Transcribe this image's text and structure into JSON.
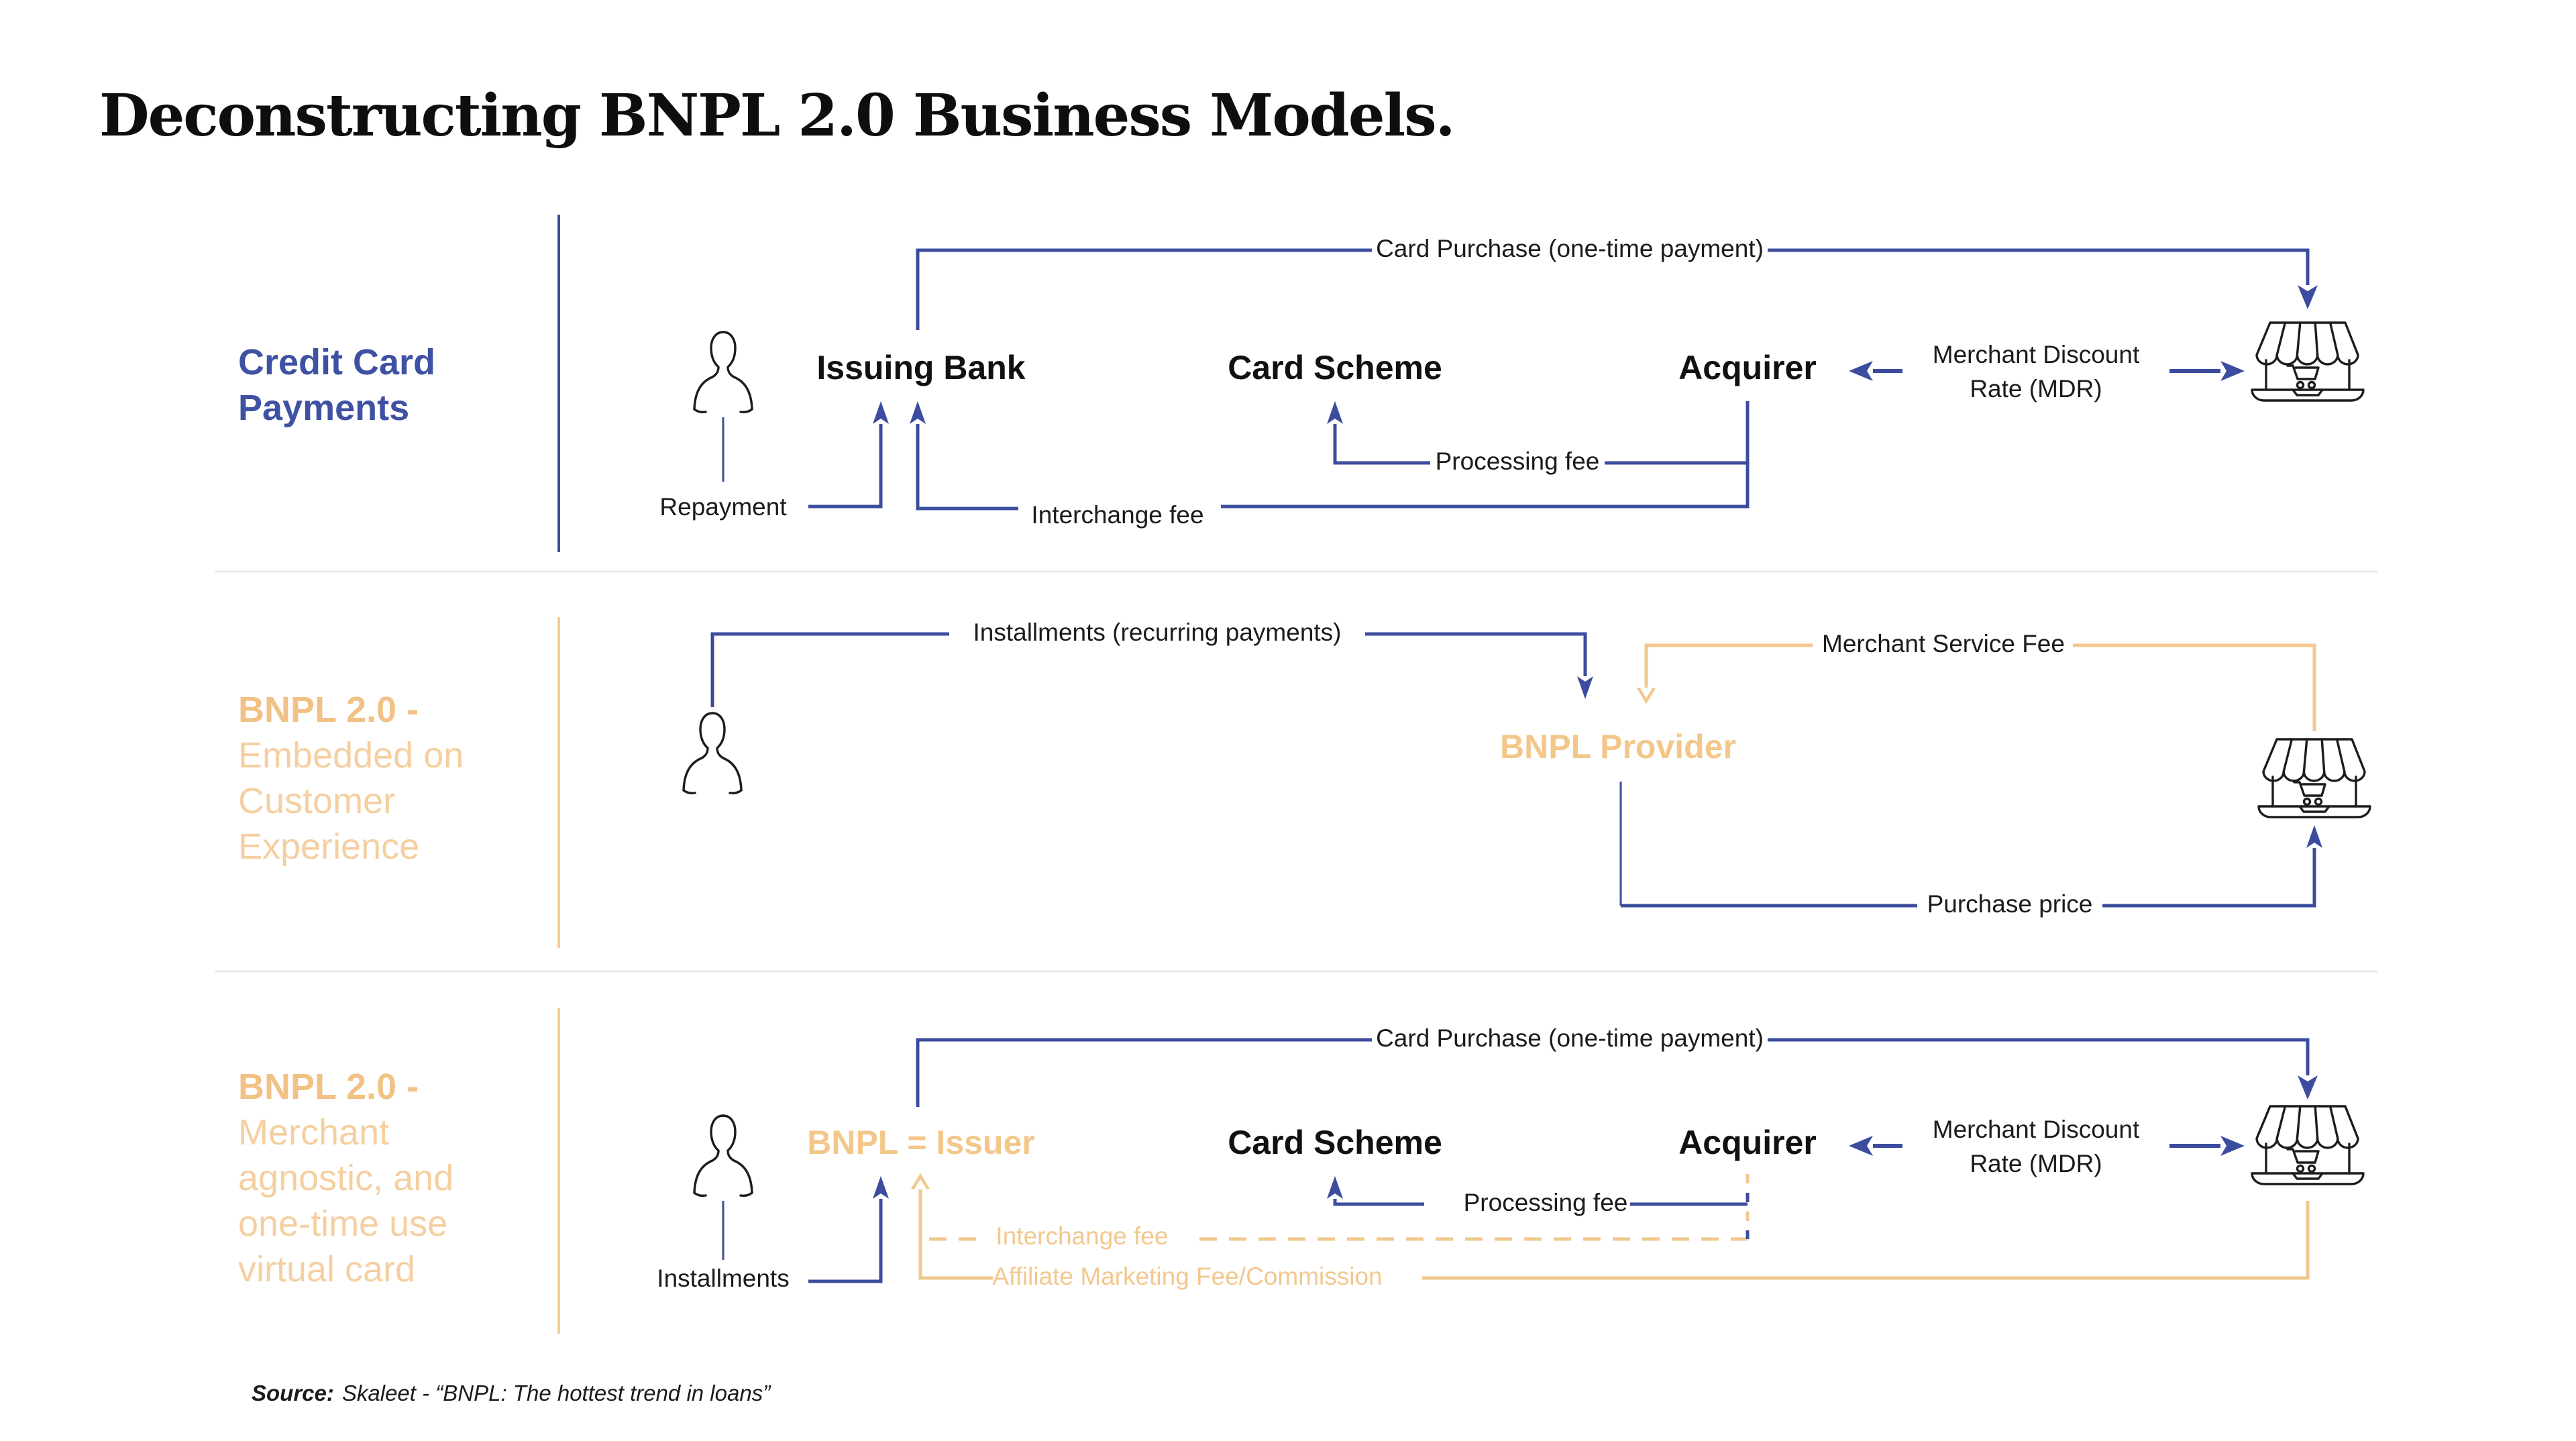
{
  "title": "Deconstructing BNPL 2.0 Business Models.",
  "source": {
    "prefix": "Source:",
    "citation": "Skaleet - “BNPL: The hottest trend in loans”"
  },
  "colors": {
    "blue_line": "#3C4C9E",
    "blue_heading": "#3F51A3",
    "orange_line": "#F2C88E",
    "orange_heading_bold": "#F1C185",
    "orange_heading_light": "#F5CFA0",
    "ink": "#1b1b1b",
    "divider": "#ECECEC"
  },
  "icons": {
    "customer": "person-icon",
    "merchant": "store-laptop-icon"
  },
  "sections": [
    {
      "heading_lines": [
        "Credit Card",
        "Payments"
      ],
      "entities": {
        "issuing_bank": "Issuing Bank",
        "card_scheme": "Card Scheme",
        "acquirer": "Acquirer"
      },
      "flows": {
        "card_purchase": "Card Purchase (one-time payment)",
        "mdr_line1": "Merchant Discount",
        "mdr_line2": "Rate (MDR)",
        "repayment": "Repayment",
        "interchange_fee": "Interchange fee",
        "processing_fee": "Processing fee"
      }
    },
    {
      "heading_bold": "BNPL 2.0 -",
      "heading_lines": [
        "Embedded on",
        "Customer",
        "Experience"
      ],
      "entities": {
        "bnpl_provider": "BNPL Provider"
      },
      "flows": {
        "installments": "Installments (recurring payments)",
        "merchant_service_fee": "Merchant Service Fee",
        "purchase_price": "Purchase price"
      }
    },
    {
      "heading_bold": "BNPL 2.0 -",
      "heading_lines": [
        "Merchant",
        "agnostic, and",
        "one-time use",
        "virtual card"
      ],
      "entities": {
        "bnpl_issuer": "BNPL = Issuer",
        "card_scheme": "Card Scheme",
        "acquirer": "Acquirer"
      },
      "flows": {
        "card_purchase": "Card Purchase (one-time payment)",
        "mdr_line1": "Merchant Discount",
        "mdr_line2": "Rate (MDR)",
        "installments": "Installments",
        "interchange_fee": "Interchange fee",
        "processing_fee": "Processing fee",
        "affiliate_fee": "Affiliate Marketing Fee/Commission"
      }
    }
  ]
}
